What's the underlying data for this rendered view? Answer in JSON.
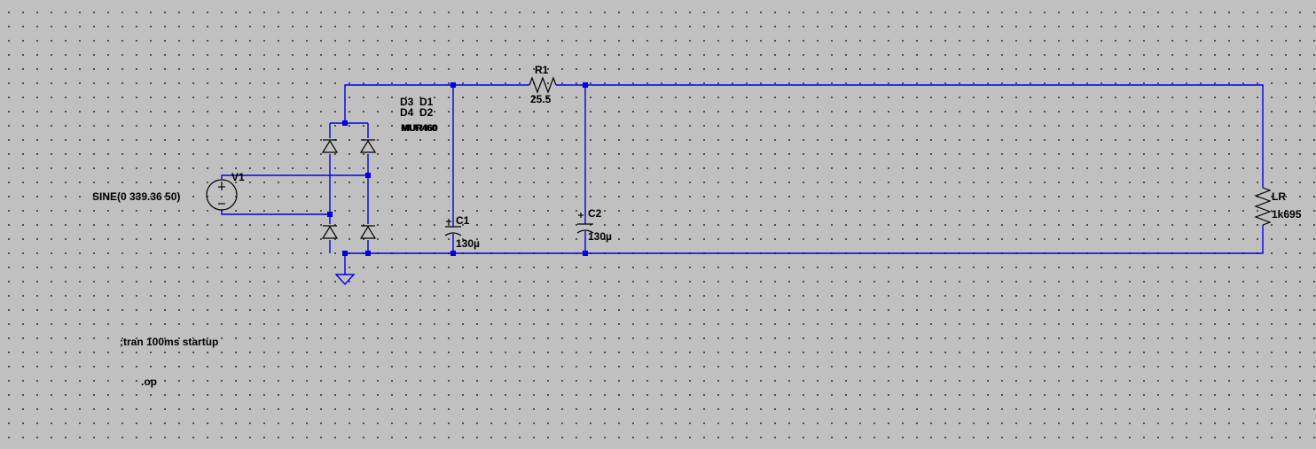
{
  "schematic": {
    "source": {
      "name": "V1",
      "value": "SINE(0 339.36 50)"
    },
    "diodes": {
      "names_top": "D3  D1",
      "names_bottom": "D4  D2",
      "model": "MUR460"
    },
    "r1": {
      "name": "R1",
      "value": "25.5"
    },
    "c1": {
      "name": "C1",
      "value": "130µ"
    },
    "c2": {
      "name": "C2",
      "value": "130µ"
    },
    "load": {
      "name": "LR",
      "value": "1k695"
    },
    "directives": {
      "tran": ";tran 100ms startup",
      "op": ".op"
    }
  },
  "colors": {
    "wire": "#0000e6",
    "background": "#c0c0c0",
    "component": "#000000"
  }
}
